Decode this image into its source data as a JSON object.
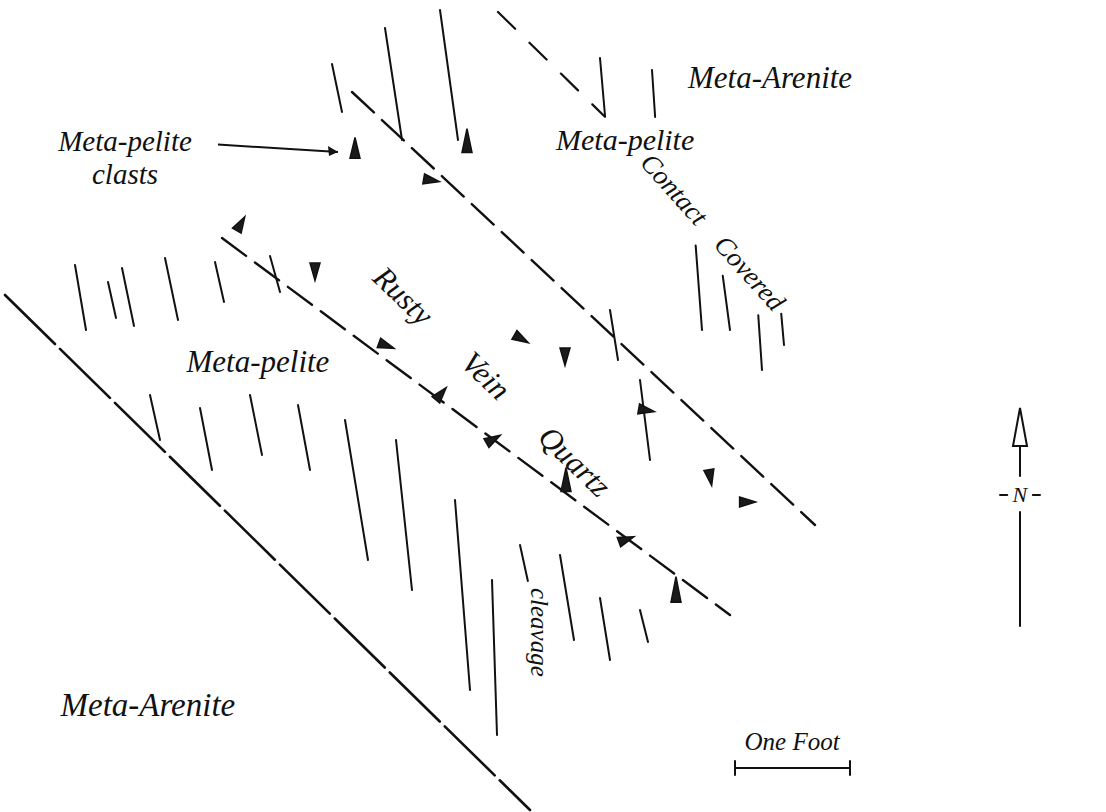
{
  "diagram": {
    "labels": [
      "Meta-Arenite",
      "Meta-pelite clasts",
      "Contact Covered",
      "Meta-pelite",
      "Rusty Vein Quartz",
      "Meta-pelite",
      "cleavage",
      "Meta-Arenite",
      "One Foot",
      "N"
    ]
  }
}
